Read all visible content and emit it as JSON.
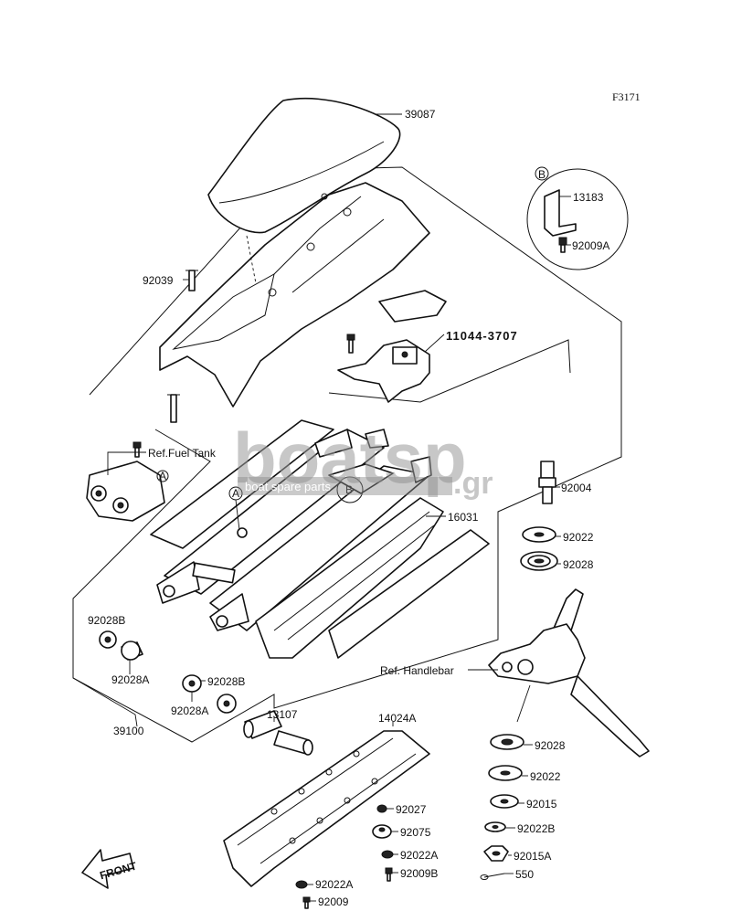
{
  "sheet_code": "F3171",
  "callouts": {
    "b_circle": "B",
    "a_circle_left": "A",
    "a_circle_bracket": "A",
    "b_circle_frame": "B"
  },
  "labels": {
    "p39087": "39087",
    "p13183": "13183",
    "p92009A": "92009A",
    "p92039": "92039",
    "p11044": "11044-3707",
    "ref_fuel_tank": "Ref.Fuel Tank",
    "p92004": "92004",
    "p16031": "16031",
    "p92022_top": "92022",
    "p92028_top": "92028",
    "ref_handlebar": "Ref. Handlebar",
    "p92028B_left": "92028B",
    "p92028A_left": "92028A",
    "p92028B_mid": "92028B",
    "p92028A_mid": "92028A",
    "p39100": "39100",
    "p13107": "13107",
    "p14024A": "14024A",
    "p92028_low": "92028",
    "p92022_low": "92022",
    "p92015": "92015",
    "p92022B": "92022B",
    "p92015A": "92015A",
    "p550": "550",
    "p92027": "92027",
    "p92075": "92075",
    "p92022A_mid": "92022A",
    "p92009B": "92009B",
    "p92022A_low": "92022A",
    "p92009": "92009"
  },
  "front_arrow": "FRONT",
  "watermark": {
    "main": "boatsp",
    "tagline": "boat spare parts",
    "suffix": ".gr"
  }
}
